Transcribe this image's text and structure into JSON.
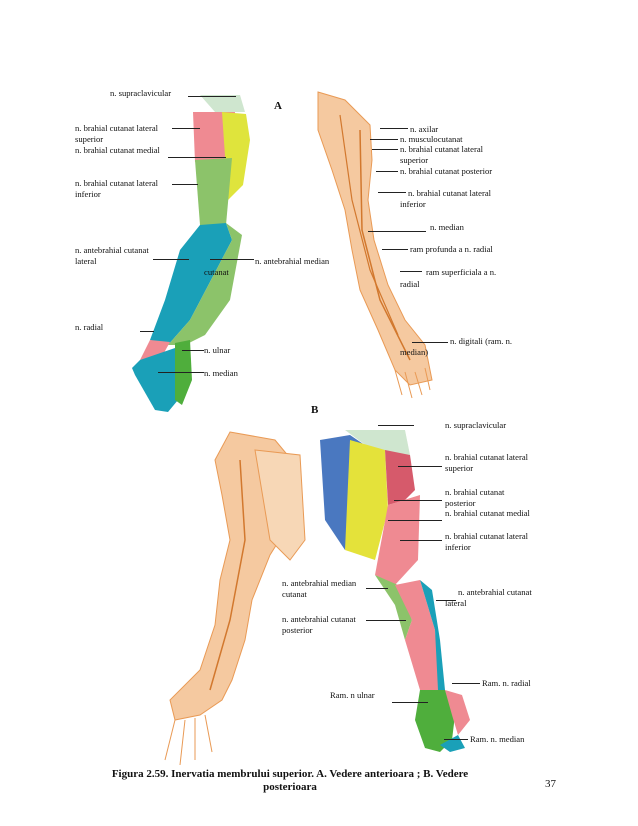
{
  "figure_a": {
    "section": "A",
    "left_labels": {
      "supraclavicular": "n. supraclavicular",
      "brahial_lateral_sup_1": "n. brahial cutanat lateral",
      "brahial_lateral_sup_2": "superior",
      "brahial_medial": "n. brahial cutanat medial",
      "brahial_lateral_inf_1": "n. brahial cutanat lateral",
      "brahial_lateral_inf_2": "inferior",
      "antebrahial_lateral_1": "n. antebrahial cutanat",
      "antebrahial_lateral_2": "lateral",
      "antebrahial_median": "n. antebrahial median",
      "cutanat": "cutanat",
      "radial": "n. radial",
      "ulnar": "n. ulnar",
      "median": "n. median"
    },
    "right_labels": {
      "axilar": "n. axilar",
      "musculocutanat": "n. musculocutanat",
      "brahial_lateral_sup_1": "n. brahial cutanat lateral",
      "brahial_lateral_sup_2": "superior",
      "brahial_posterior": "n. brahial cutanat posterior",
      "brahial_lateral_inf_1": "n. brahial cutanat lateral",
      "brahial_lateral_inf_2": "inferior",
      "median": "n. median",
      "ram_profunda": "ram profunda a n. radial",
      "ram_superficiala_1": "ram superficiala a n.",
      "ram_superficiala_2": "radial",
      "digitali_1": "n. digitali (ram. n.",
      "digitali_2": "median)"
    }
  },
  "figure_b": {
    "section": "B",
    "right_labels": {
      "supraclavicular": "n. supraclavicular",
      "brahial_lateral_sup_1": "n. brahial cutanat lateral",
      "brahial_lateral_sup_2": "superior",
      "brahial_posterior_1": "n. brahial cutanat",
      "brahial_posterior_2": "posterior",
      "brahial_medial": "n. brahial cutanat medial",
      "brahial_lateral_inf_1": "n. brahial cutanat lateral",
      "brahial_lateral_inf_2": "inferior",
      "antebrahial_lateral_1": "n. antebrahial cutanat",
      "antebrahial_lateral_2": "lateral",
      "ram_radial": "Ram. n. radial",
      "ram_median": "Ram. n. median"
    },
    "left_labels": {
      "antebrahial_median_1": "n. antebrahial median",
      "antebrahial_median_2": "cutanat",
      "antebrahial_posterior_1": "n. antebrahial cutanat",
      "antebrahial_posterior_2": "posterior",
      "ram_ulnar": "Ram. n ulnar"
    }
  },
  "caption": {
    "line1": "Figura 2.59. Inervatia membrului superior. A. Vedere anterioara ; B. Vedere",
    "line2": "posterioara"
  },
  "page_number": "37",
  "colors": {
    "pink": "#ef8a92",
    "green": "#8cc36a",
    "teal": "#1aa0b8",
    "yellow": "#e4e23a",
    "blue": "#4a78c0",
    "pale_green": "#cfe6cf",
    "skin": "#f5c9a0",
    "nerve": "#e99a55"
  }
}
